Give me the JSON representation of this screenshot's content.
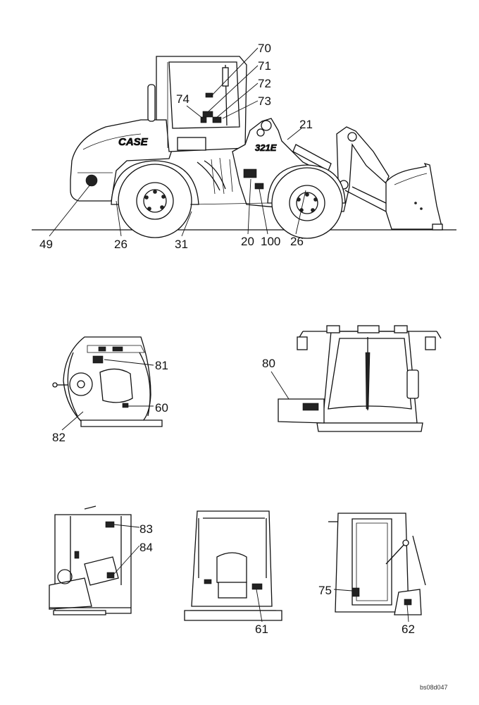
{
  "drawing_code": "bs08d047",
  "callouts": {
    "c70": "70",
    "c71": "71",
    "c72": "72",
    "c73": "73",
    "c74": "74",
    "c21": "21",
    "c49": "49",
    "c26a": "26",
    "c31": "31",
    "c20": "20",
    "c100": "100",
    "c26b": "26",
    "c81": "81",
    "c60": "60",
    "c82": "82",
    "c80": "80",
    "c83": "83",
    "c84": "84",
    "c61": "61",
    "c75": "75",
    "c62": "62"
  },
  "decals": {
    "brand": "CASE",
    "model": "321E"
  }
}
